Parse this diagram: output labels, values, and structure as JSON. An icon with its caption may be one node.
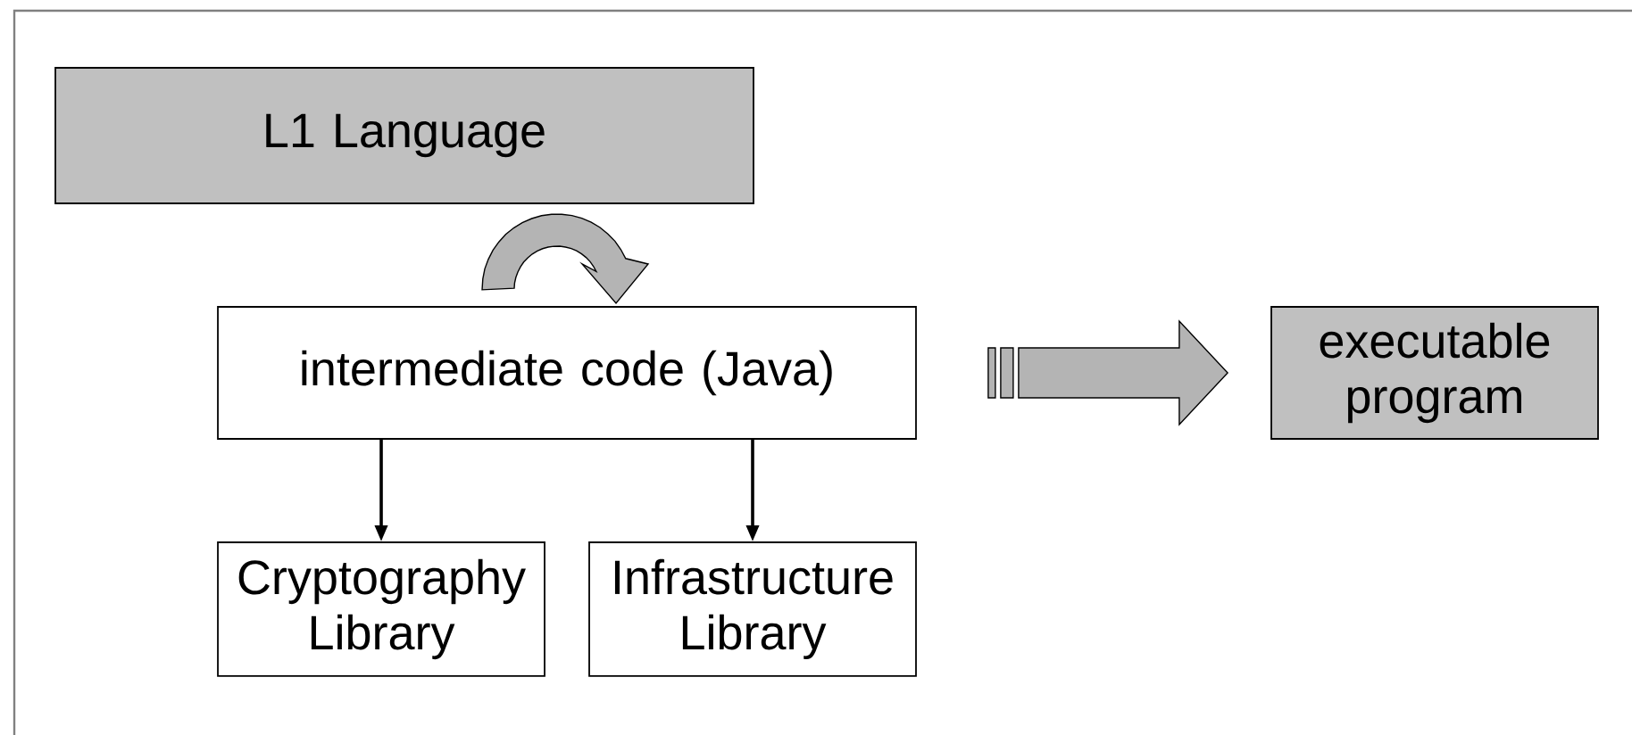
{
  "diagram": {
    "nodes": [
      {
        "text": [
          "L1 Language"
        ]
      },
      {
        "text": [
          "intermediate code (Java)"
        ]
      },
      {
        "text": [
          "Cryptography Library"
        ]
      },
      {
        "text": [
          "Infrastructure Library"
        ]
      },
      {
        "text": [
          "executable program"
        ]
      }
    ],
    "edges": [
      {
        "from": 0,
        "to": 1,
        "arrow": "to"
      },
      {
        "from": 1,
        "to": 2,
        "arrow": "to"
      },
      {
        "from": 1,
        "to": 3,
        "arrow": "to"
      },
      {
        "from": 1,
        "to": 4,
        "arrow": "to"
      }
    ]
  }
}
